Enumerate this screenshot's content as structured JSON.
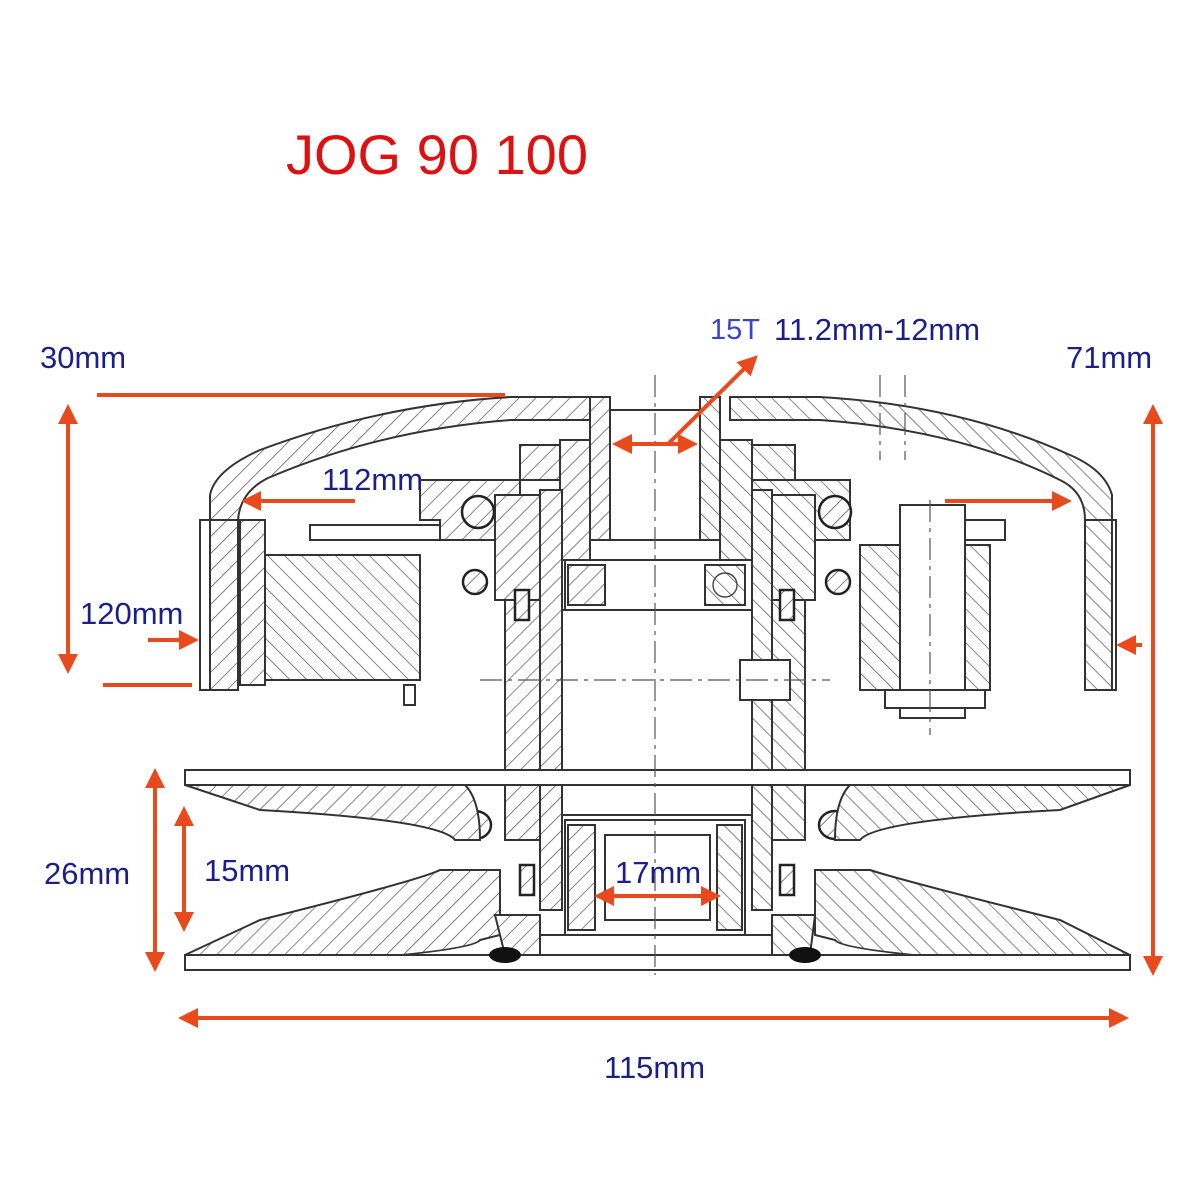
{
  "title": "JOG 90 100",
  "colors": {
    "title": "#dd1111",
    "dimension_text": "#1a1f8c",
    "arrow": "#e8491d",
    "drawing": "#333333"
  },
  "dimensions": {
    "top_height": "30mm",
    "teeth": "15T",
    "bore": "11.2mm-12mm",
    "overall_height": "71mm",
    "inner_diameter": "112mm",
    "outer_diameter": "120mm",
    "pulley_height": "26mm",
    "belt_width": "15mm",
    "hub_diameter": "17mm",
    "overall_width": "115mm"
  }
}
